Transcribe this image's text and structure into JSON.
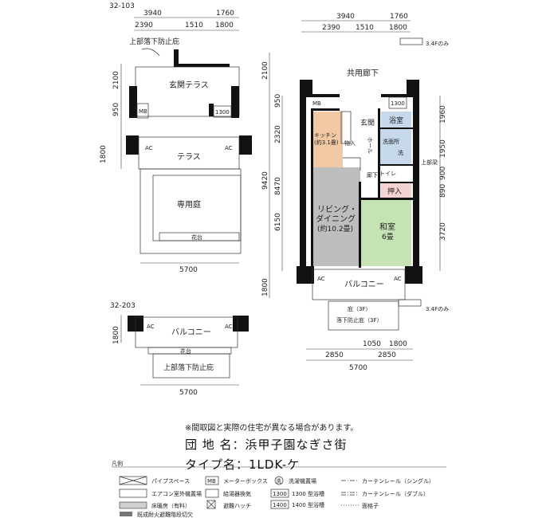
{
  "units": {
    "u103": {
      "code": "32-103",
      "dims_top": [
        "3940",
        "1760"
      ],
      "dims_sub": [
        "2390",
        "1510",
        "1800"
      ],
      "dims_left": [
        "2100",
        "950",
        "1800"
      ],
      "dim_bottom": "5700",
      "rooms": {
        "upper_fall": "上部落下防止庇",
        "entrance_terrace": "玄関テラス",
        "mb": "MB",
        "box1300": "1300",
        "ac1": "AC",
        "ac2": "AC",
        "terrace": "テラス",
        "private_garden": "専用庭",
        "planter": "花台"
      }
    },
    "u203": {
      "code": "32-203",
      "dim_left": "1800",
      "dim_bottom": "5700",
      "rooms": {
        "ac1": "AC",
        "ac2": "AC",
        "balcony": "バルコニー",
        "planter": "花台",
        "upper_fall": "上部落下防止庇"
      }
    }
  },
  "main": {
    "dims_top": [
      "3940",
      "1760"
    ],
    "dims_sub": [
      "2390",
      "1510",
      "1800"
    ],
    "note_floors": "3.4Fのみ",
    "left_dims": [
      "2100",
      "950",
      "2320",
      "9420",
      "8470",
      "6150",
      "1800"
    ],
    "right_dims": [
      "1960",
      "1950",
      "上部梁",
      "900",
      "890",
      "3720"
    ],
    "bottom_dims_a": [
      "1050",
      "1800"
    ],
    "bottom_dims_b": [
      "2850",
      "2850"
    ],
    "dim_total": "5700",
    "rooms": {
      "corridor": "共用廊下",
      "mb": "MB",
      "entrance": "玄関",
      "bath_box": "1300",
      "bath": "浴室",
      "kitchen": "キッチン",
      "kitchen_size": "(約3.1畳)",
      "storage": "物入",
      "hall": "ホール",
      "washroom": "洗面所",
      "washer": "洗",
      "toilet": "トイレ",
      "hallway": "廊下",
      "closet": "押入",
      "living": "リビング・",
      "dining": "ダイニング",
      "living_size": "(約10.2畳)",
      "washitsu": "和室",
      "washitsu_size": "6畳",
      "ac1": "AC",
      "ac2": "AC",
      "balcony": "バルコニー",
      "eaves": "庇（3F）",
      "fall_prevention": "落下防止庇（3F）"
    }
  },
  "note": "※間取図と実際の住宅が異なる場合があります。",
  "info": {
    "complex_label": "団 地 名：",
    "complex_name": "浜甲子園なぎさ街",
    "type_label": "タイプ名：",
    "type_name": "1LDK-ケ"
  },
  "legend": {
    "title": "凡例",
    "items": [
      "パイプスペース",
      "エアコン室外機置場",
      "床暖房（有料）",
      "既成耐火避難階段切欠",
      "MB",
      "メーターボックス",
      "給湯器換気",
      "避難ハッチ",
      "洗",
      "洗濯機置場",
      "1300",
      "1300 型浴槽",
      "1400",
      "1400 型浴槽",
      "カーテンレール（シングル）",
      "カーテンレール（ダブル）",
      "面格子"
    ]
  },
  "colors": {
    "kitchen_fill": "#f2c9a5",
    "living_fill": "#bdbdbd",
    "washitsu_fill": "#c6e3b6",
    "bath_fill": "#c5d8ec",
    "closet_fill": "#f6d2d2",
    "walls": "#111111"
  }
}
